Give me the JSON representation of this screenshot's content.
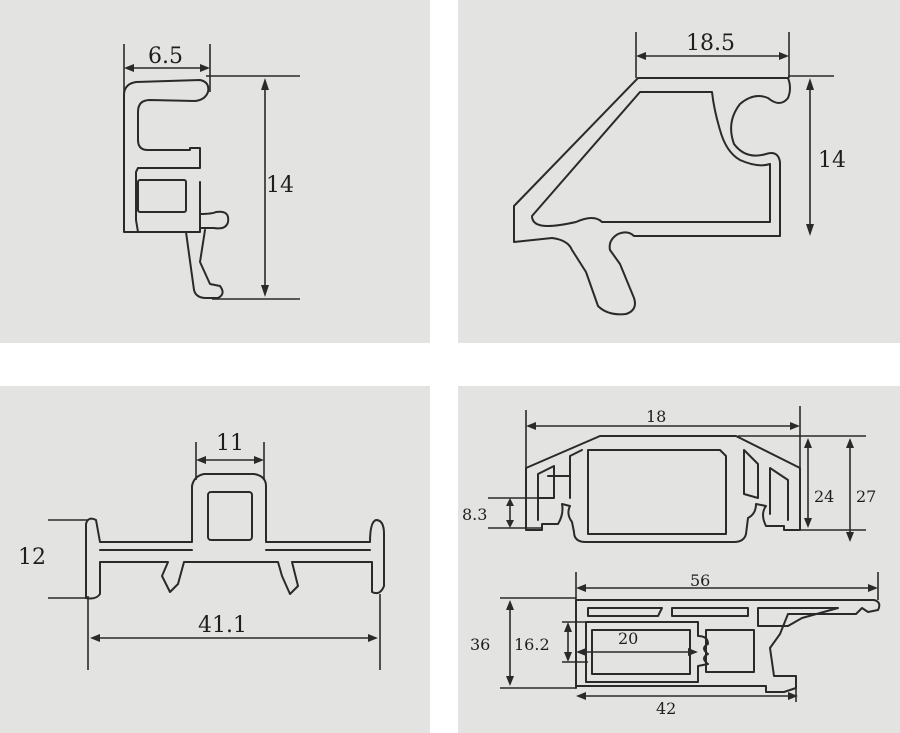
{
  "profiles": [
    {
      "id": "profile-a",
      "dims": {
        "width": "6.5",
        "height": "14"
      }
    },
    {
      "id": "profile-b",
      "dims": {
        "width": "18.5",
        "height": "14"
      }
    },
    {
      "id": "profile-c",
      "dims": {
        "top": "11",
        "height": "12",
        "width": "41.1"
      }
    },
    {
      "id": "profile-d",
      "dims": {
        "width": "18",
        "h1": "8.3",
        "h2": "24",
        "h3": "27"
      }
    },
    {
      "id": "profile-e",
      "dims": {
        "width": "56",
        "height": "36",
        "inner_h": "16.2",
        "inner_w": "20",
        "bottom": "42"
      }
    }
  ],
  "colors": {
    "panel": "#e3e3e1",
    "line": "#2a2a2a",
    "background": "#ffffff"
  }
}
